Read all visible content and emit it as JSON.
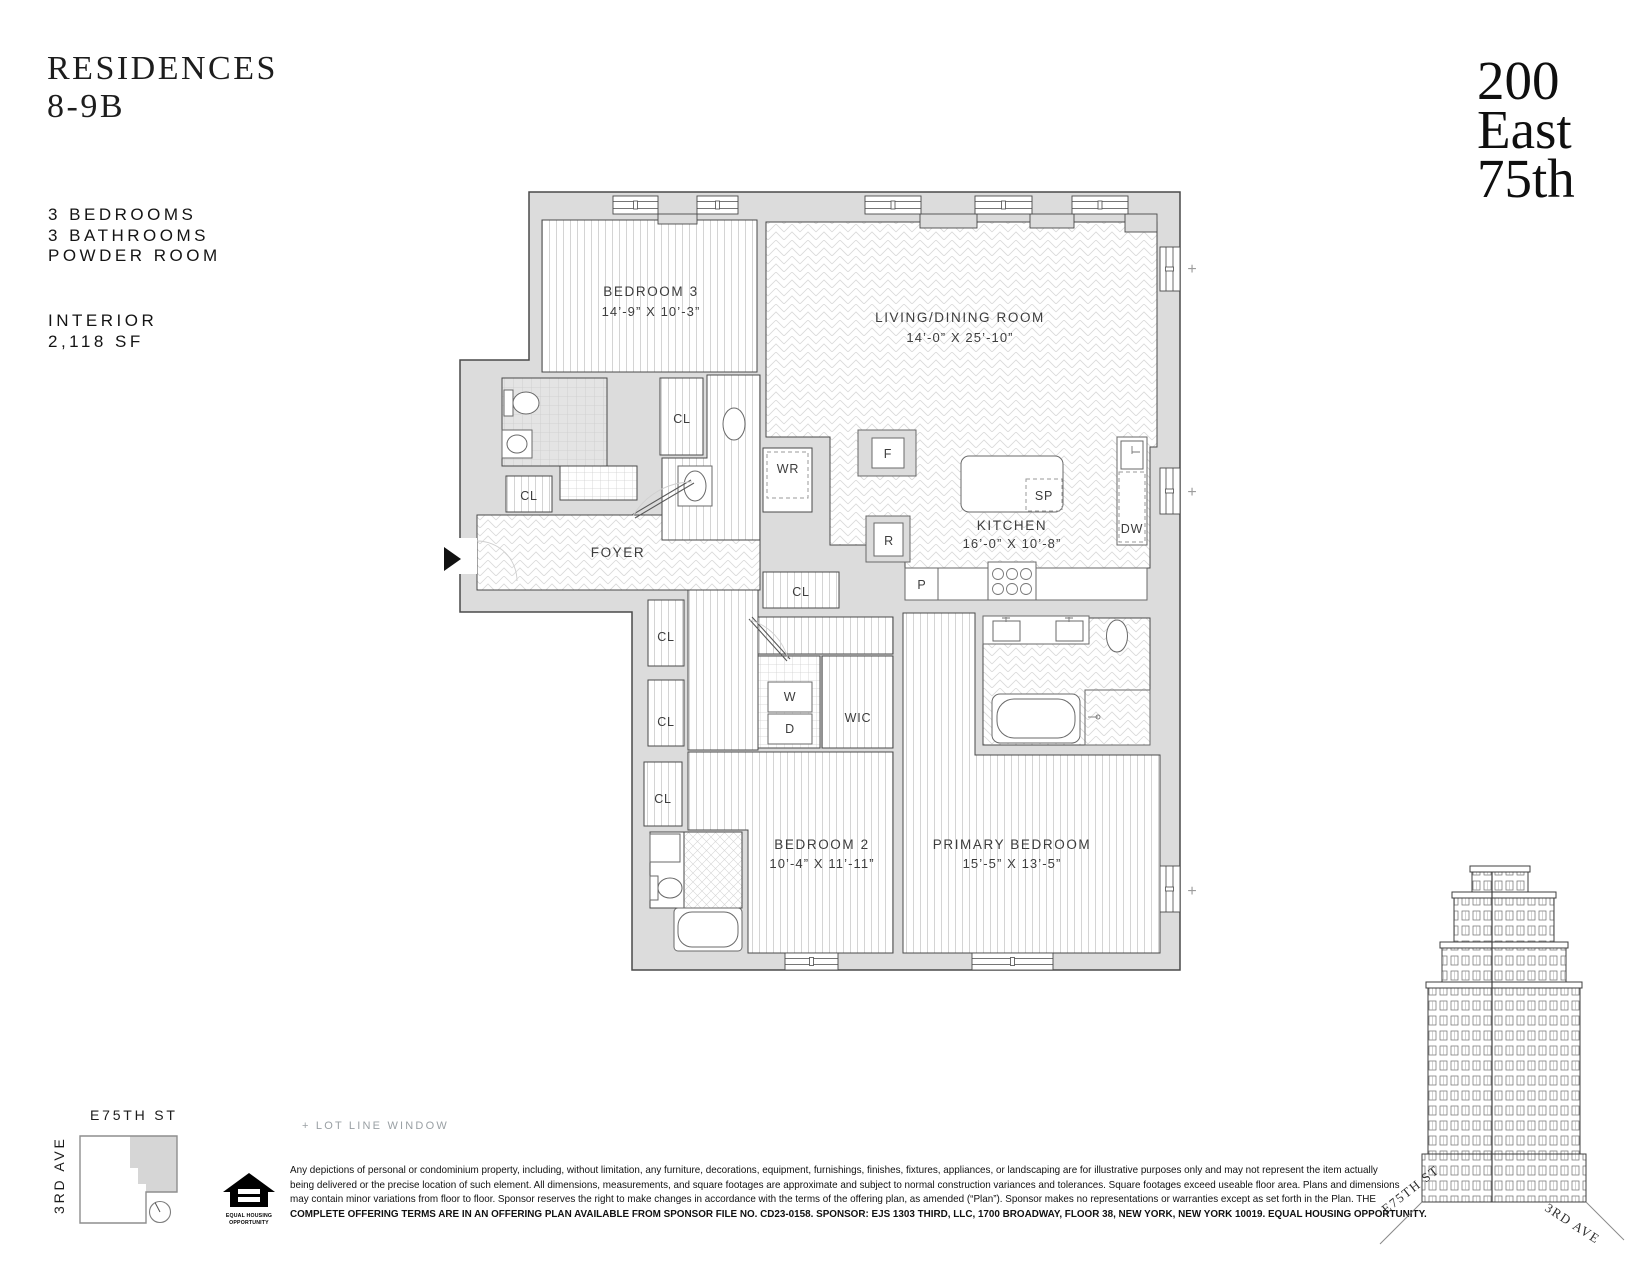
{
  "header": {
    "title_line1": "RESIDENCES",
    "title_line2": "8-9B",
    "spec_lines": [
      "3 BEDROOMS",
      "3 BATHROOMS",
      "POWDER ROOM"
    ],
    "interior_lines": [
      "INTERIOR",
      "2,118 SF"
    ]
  },
  "logo": {
    "line1": "200",
    "line2": "East",
    "line3": "75th"
  },
  "plan": {
    "rooms": {
      "bedroom3": {
        "name": "BEDROOM 3",
        "dims": "14’-9” X 10’-3”"
      },
      "living": {
        "name": "LIVING/DINING ROOM",
        "dims": "14’-0” X 25’-10”"
      },
      "kitchen": {
        "name": "KITCHEN",
        "dims": "16’-0” X 10’-8”"
      },
      "bedroom2": {
        "name": "BEDROOM 2",
        "dims": "10’-4” X 11’-11”"
      },
      "primary": {
        "name": "PRIMARY BEDROOM",
        "dims": "15’-5” X 13’-5”"
      },
      "foyer": "FOYER",
      "wic": "WIC"
    },
    "tags": {
      "cl": "CL",
      "wr": "WR",
      "dw": "DW",
      "sp": "SP",
      "f": "F",
      "r": "R",
      "p": "P",
      "w": "W",
      "d": "D"
    },
    "lot_line_marker": "+"
  },
  "keymap": {
    "street_top": "E75TH ST",
    "street_side": "3RD AVE"
  },
  "building": {
    "street_left": "E75TH ST",
    "street_right": "3RD AVE"
  },
  "eho": {
    "line1": "EQUAL HOUSING",
    "line2": "OPPORTUNITY"
  },
  "lot_line_note": "+ LOT LINE WINDOW",
  "disclaimer": {
    "line1": "Any depictions of personal or condominium property, including, without limitation, any furniture, decorations, equipment, furnishings, finishes, fixtures, appliances, or landscaping are for illustrative purposes only and may not represent the item actually",
    "line2": "being delivered or the precise location of such element. All dimensions, measurements, and square footages are approximate and subject to normal construction variances and tolerances. Square footages exceed useable floor area. Plans and dimensions",
    "line3": "may contain minor variations from floor to floor. Sponsor reserves the right to make changes in accordance with the terms of the offering plan, as amended (“Plan”). Sponsor makes no representations or warranties except as set forth in the Plan. THE",
    "line4": "COMPLETE OFFERING TERMS ARE IN AN OFFERING PLAN AVAILABLE FROM SPONSOR FILE NO. CD23-0158. SPONSOR: EJS 1303 THIRD, LLC, 1700 BROADWAY, FLOOR 38, NEW YORK, NEW YORK 10019. EQUAL HOUSING OPPORTUNITY."
  }
}
